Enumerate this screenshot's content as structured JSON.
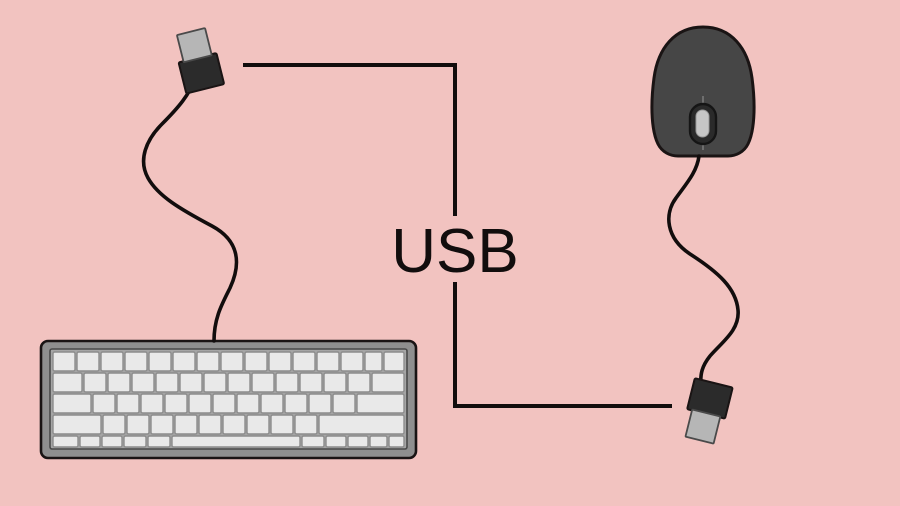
{
  "diagram": {
    "title_label": "USB",
    "background_color": "#f2c3c0",
    "line_color": "#120d0d",
    "description": "USB connection diagram linking a wired keyboard and a wired mouse"
  },
  "devices": {
    "keyboard": {
      "name_label": "Keyboard",
      "body_color": "#8f8f8f",
      "key_color": "#e9e9e9",
      "outline_color": "#1a1414",
      "rows": 5,
      "cable_label": "Keyboard USB cable",
      "connector": {
        "name_label": "USB connector",
        "body_color": "#2b2b2b",
        "tip_color": "#b6b6b6"
      }
    },
    "mouse": {
      "name_label": "Mouse",
      "body_color": "#464646",
      "outline_color": "#1a1414",
      "scroll_wheel_label": "Scroll wheel",
      "scroll_wheel_color": "#c6c6c6",
      "cable_label": "Mouse USB cable",
      "connector": {
        "name_label": "USB connector",
        "body_color": "#2b2b2b",
        "tip_color": "#b6b6b6"
      }
    }
  },
  "connector_path": {
    "label": "USB bus connection line",
    "top_segment_label": "Keyboard to bus line",
    "bottom_segment_label": "Mouse to bus line"
  }
}
